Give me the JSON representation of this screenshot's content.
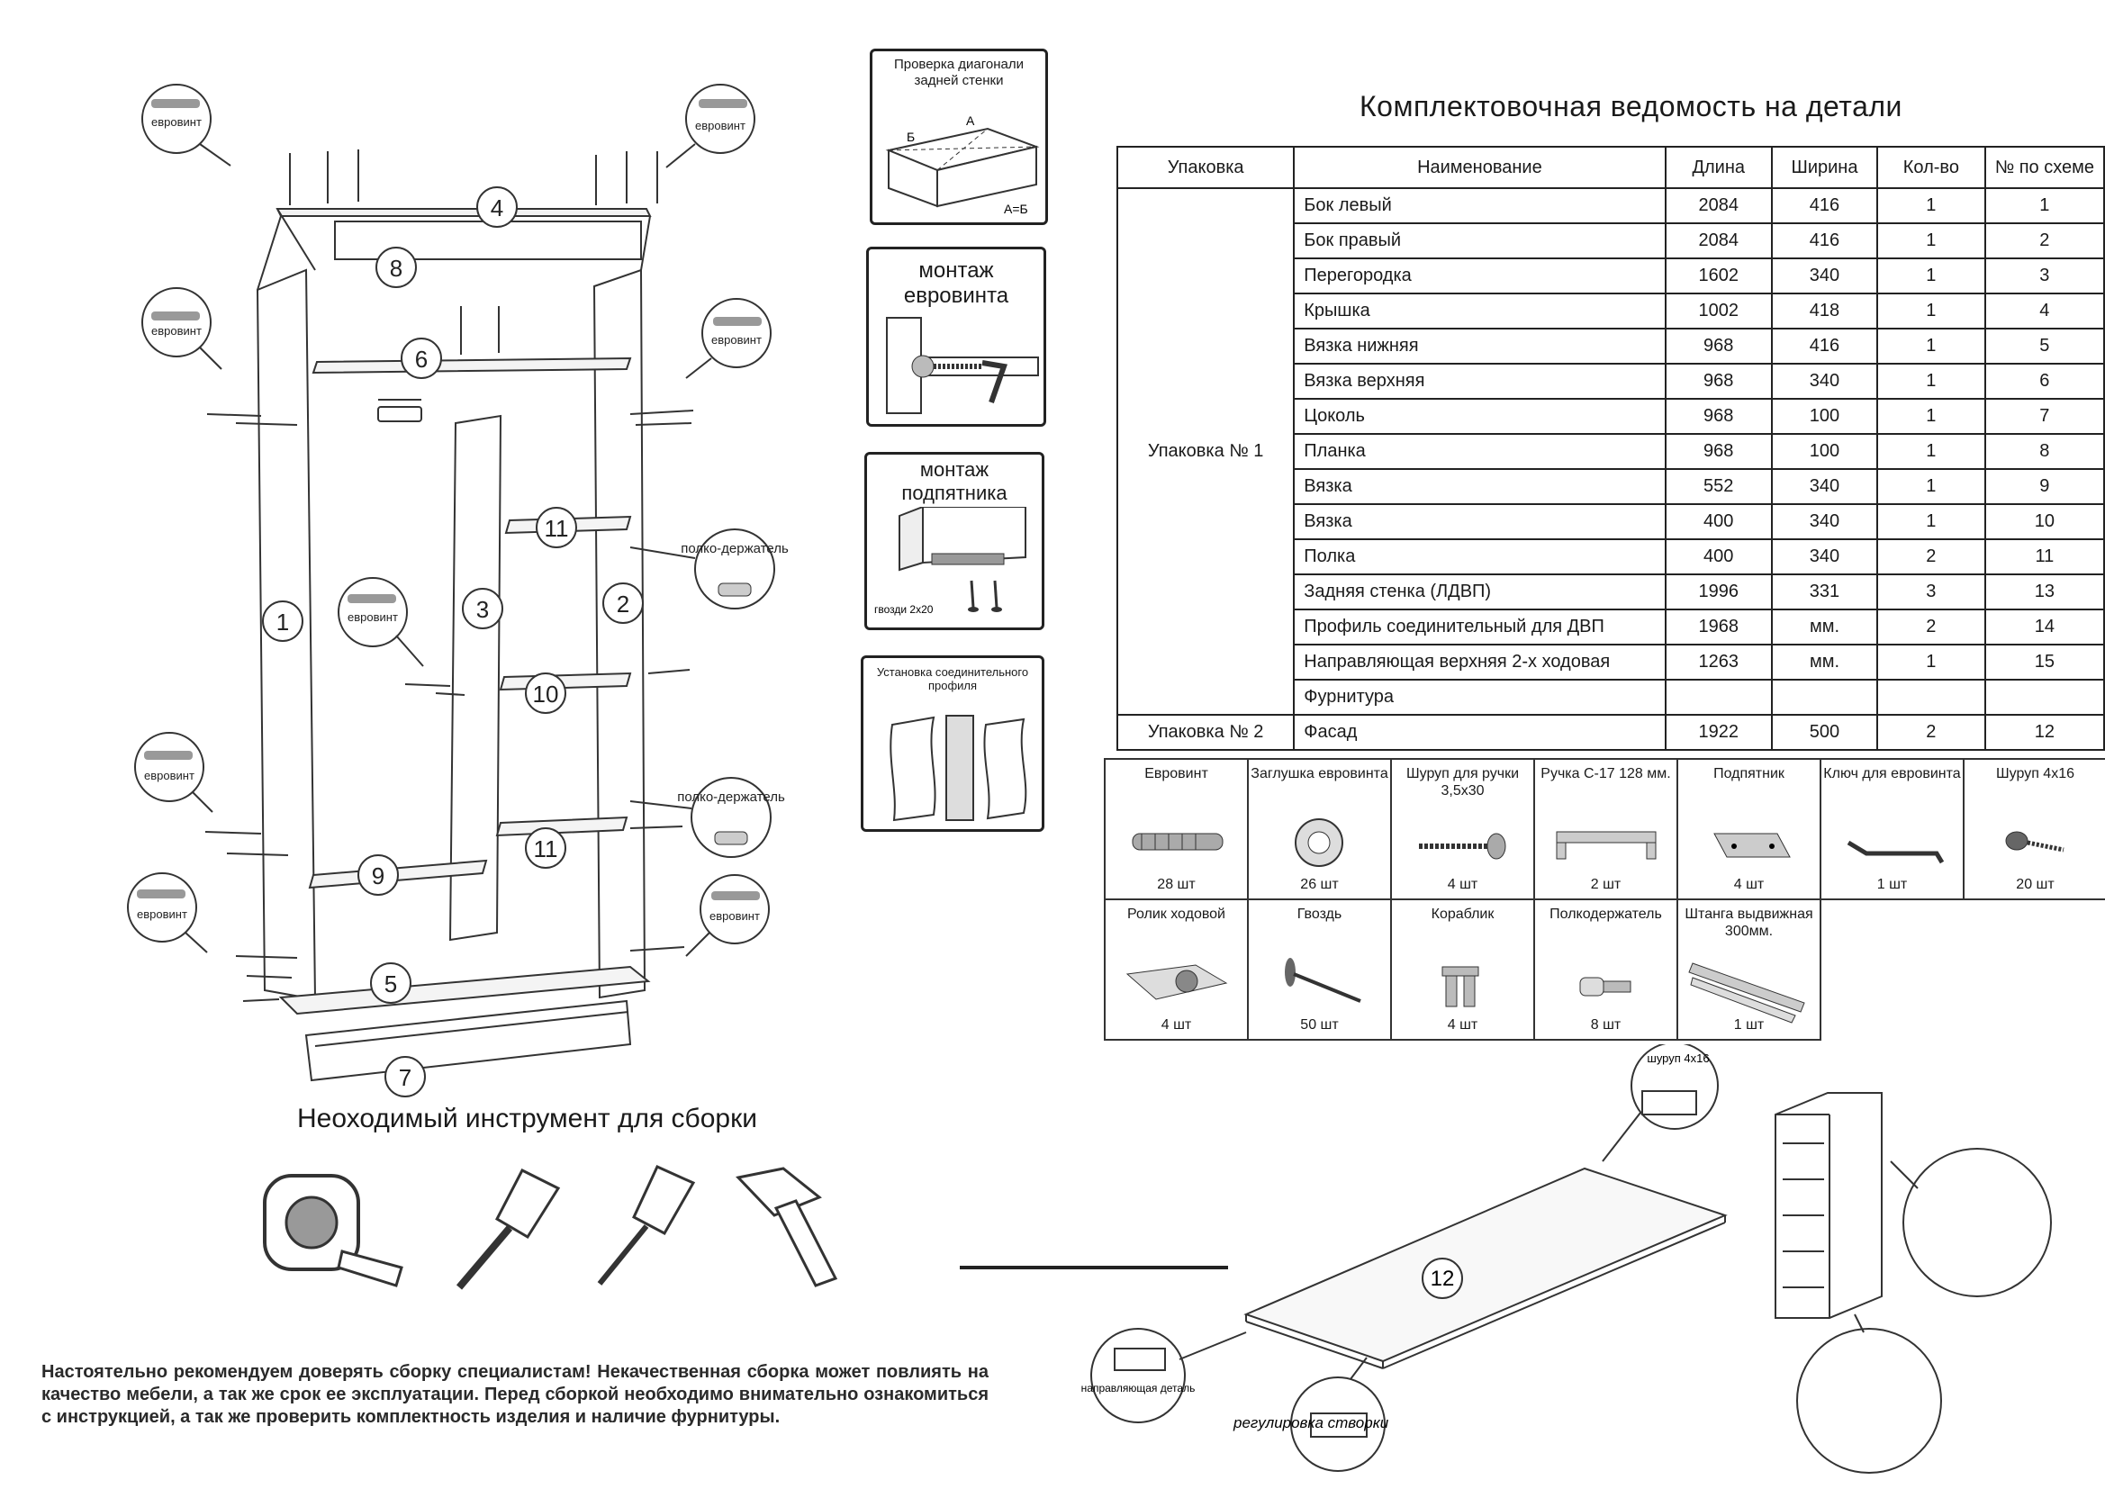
{
  "parts_sheet": {
    "title": "Комплектовочная ведомость на детали",
    "headers": [
      "Упаковка",
      "Наименование",
      "Длина",
      "Ширина",
      "Кол-во",
      "№ по схеме"
    ],
    "package1_label": "Упаковка № 1",
    "package2_label": "Упаковка № 2",
    "rows": [
      {
        "name": "Бок левый",
        "length": "2084",
        "width": "416",
        "qty": "1",
        "scheme": "1"
      },
      {
        "name": "Бок правый",
        "length": "2084",
        "width": "416",
        "qty": "1",
        "scheme": "2"
      },
      {
        "name": "Перегородка",
        "length": "1602",
        "width": "340",
        "qty": "1",
        "scheme": "3"
      },
      {
        "name": "Крышка",
        "length": "1002",
        "width": "418",
        "qty": "1",
        "scheme": "4"
      },
      {
        "name": "Вязка нижняя",
        "length": "968",
        "width": "416",
        "qty": "1",
        "scheme": "5"
      },
      {
        "name": "Вязка верхняя",
        "length": "968",
        "width": "340",
        "qty": "1",
        "scheme": "6"
      },
      {
        "name": "Цоколь",
        "length": "968",
        "width": "100",
        "qty": "1",
        "scheme": "7"
      },
      {
        "name": "Планка",
        "length": "968",
        "width": "100",
        "qty": "1",
        "scheme": "8"
      },
      {
        "name": "Вязка",
        "length": "552",
        "width": "340",
        "qty": "1",
        "scheme": "9"
      },
      {
        "name": "Вязка",
        "length": "400",
        "width": "340",
        "qty": "1",
        "scheme": "10"
      },
      {
        "name": "Полка",
        "length": "400",
        "width": "340",
        "qty": "2",
        "scheme": "11"
      },
      {
        "name": "Задняя стенка (ЛДВП)",
        "length": "1996",
        "width": "331",
        "qty": "3",
        "scheme": "13"
      },
      {
        "name": "Профиль соединительный для ДВП",
        "length": "1968",
        "width": "мм.",
        "qty": "2",
        "scheme": "14"
      },
      {
        "name": "Направляющая верхняя 2-х ходовая",
        "length": "1263",
        "width": "мм.",
        "qty": "1",
        "scheme": "15"
      },
      {
        "name": "Фурнитура",
        "length": "",
        "width": "",
        "qty": "",
        "scheme": ""
      }
    ],
    "row_pkg2": {
      "name": "Фасад",
      "length": "1922",
      "width": "500",
      "qty": "2",
      "scheme": "12"
    }
  },
  "hardware": [
    {
      "name": "Евровинт",
      "qty": "28 шт",
      "icon": "eurovint-screw-icon"
    },
    {
      "name": "Заглушка евровинта",
      "qty": "26 шт",
      "icon": "cap-icon"
    },
    {
      "name": "Шуруп для ручки 3,5х30",
      "qty": "4 шт",
      "icon": "handle-screw-icon"
    },
    {
      "name": "Ручка С-17 128 мм.",
      "qty": "2 шт",
      "icon": "handle-icon"
    },
    {
      "name": "Подпятник",
      "qty": "4 шт",
      "icon": "foot-pad-icon"
    },
    {
      "name": "Ключ для евровинта",
      "qty": "1 шт",
      "icon": "hex-key-icon"
    },
    {
      "name": "Шуруп 4х16",
      "qty": "20 шт",
      "icon": "screw-icon"
    },
    {
      "name": "Ролик ходовой",
      "qty": "4 шт",
      "icon": "roller-icon"
    },
    {
      "name": "Гвоздь",
      "qty": "50 шт",
      "icon": "nail-icon"
    },
    {
      "name": "Кораблик",
      "qty": "4 шт",
      "icon": "hook-icon"
    },
    {
      "name": "Полкодержатель",
      "qty": "8 шт",
      "icon": "shelf-pin-icon"
    },
    {
      "name": "Штанга выдвижная 300мм.",
      "qty": "1 шт",
      "icon": "rail-icon"
    }
  ],
  "steps": {
    "diag_title": "Проверка диагонали задней стенки",
    "diag_a": "А",
    "diag_b": "Б",
    "diag_eq": "А=Б",
    "eurovint_mount": "монтаж евровинта",
    "footpad_mount": "монтаж подпятника",
    "footpad_nails": "гвозди 2х20",
    "profile_title": "Установка соединительного профиля"
  },
  "callouts": {
    "eurovint": "евровинт",
    "shelf_holder": "полко-держатель"
  },
  "assembly_numbers": [
    "1",
    "2",
    "3",
    "4",
    "5",
    "6",
    "7",
    "8",
    "9",
    "10",
    "11",
    "11"
  ],
  "tools_title": "Неоходимый инструмент для сборки",
  "notice": "Настоятельно рекомендуем доверять сборку специалистам! Некачественная сборка может повлиять на качество мебели, а так же срок ее эксплуатации. Перед сборкой необходимо внимательно ознакомиться с инструкцией, а так же проверить комплектность изделия и наличие фурнитуры.",
  "facade": {
    "number": "12",
    "screw_label": "шуруп 4х16",
    "guide_label": "направляющая деталь",
    "adjust_label": "регулировка створки"
  }
}
